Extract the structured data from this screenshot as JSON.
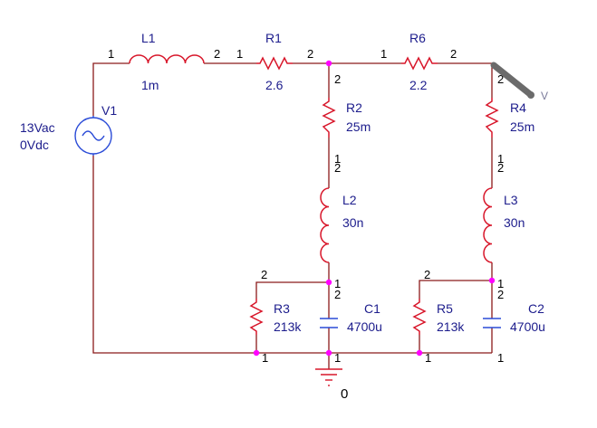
{
  "components": {
    "V1": {
      "ref": "V1",
      "ac": "13Vac",
      "dc": "0Vdc"
    },
    "L1": {
      "ref": "L1",
      "value": "1m"
    },
    "R1": {
      "ref": "R1",
      "value": "2.6"
    },
    "R6": {
      "ref": "R6",
      "value": "2.2"
    },
    "R2": {
      "ref": "R2",
      "value": "25m"
    },
    "R4": {
      "ref": "R4",
      "value": "25m"
    },
    "L2": {
      "ref": "L2",
      "value": "30n"
    },
    "L3": {
      "ref": "L3",
      "value": "30n"
    },
    "R3": {
      "ref": "R3",
      "value": "213k"
    },
    "C1": {
      "ref": "C1",
      "value": "4700u"
    },
    "R5": {
      "ref": "R5",
      "value": "213k"
    },
    "C2": {
      "ref": "C2",
      "value": "4700u"
    }
  },
  "ground": {
    "label": "0"
  },
  "probe": {
    "label": "V"
  },
  "pins": {
    "one": "1",
    "two": "2"
  },
  "colors": {
    "wire": "#8b1a1a",
    "part": "#d8162a",
    "source": "#2a4bd7",
    "label": "#1c1c8c",
    "junction": "#ff00ff"
  }
}
